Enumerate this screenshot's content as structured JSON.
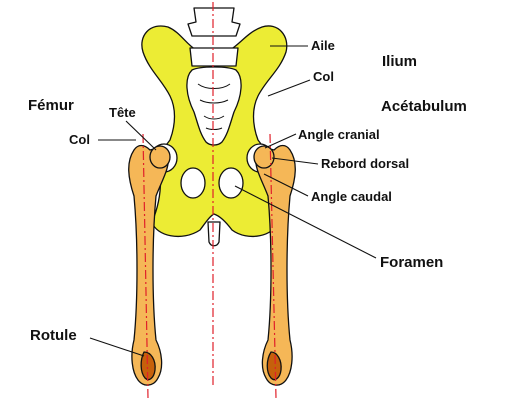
{
  "colors": {
    "pelvis": "#ecec34",
    "femur": "#f5b757",
    "marrow": "#c6600b",
    "axis": "#e0202a",
    "outline": "#111111",
    "vertebra": "#ffffff"
  },
  "labels": {
    "aile": "Aile",
    "ilium": "Ilium",
    "col_ilium": "Col",
    "femur": "Fémur",
    "acetabulum": "Acétabulum",
    "tete": "Tête",
    "col_femur": "Col",
    "angle_cranial": "Angle cranial",
    "rebord_dorsal": "Rebord dorsal",
    "angle_caudal": "Angle caudal",
    "foramen": "Foramen",
    "rotule": "Rotule"
  }
}
